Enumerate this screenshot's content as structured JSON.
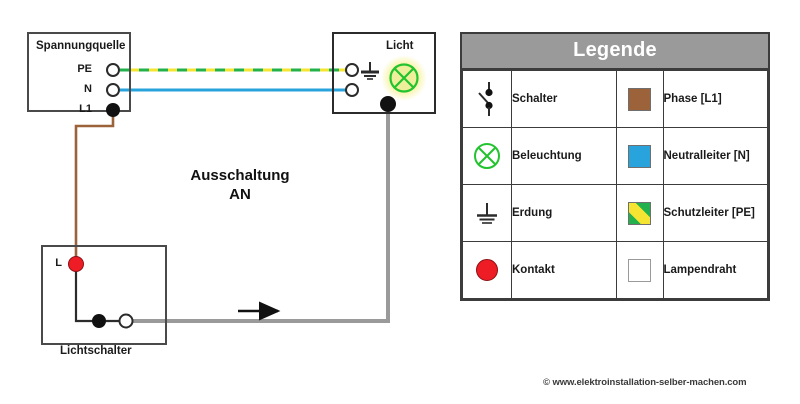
{
  "diagram": {
    "title_line1": "Ausschaltung",
    "title_line2": "AN",
    "source_box": {
      "title": "Spannungquelle",
      "terminals": [
        {
          "label": "PE",
          "type": "open"
        },
        {
          "label": "N",
          "type": "open"
        },
        {
          "label": "L1",
          "type": "filled"
        }
      ]
    },
    "light_box": {
      "title": "Licht",
      "lamp_state": "on",
      "lamp_icon": "lamp-icon",
      "ground_icon": "earth-icon",
      "terminals": [
        {
          "label": "",
          "type": "open"
        },
        {
          "label": "",
          "type": "open"
        }
      ]
    },
    "switch_box": {
      "title": "Lichtschalter",
      "contact_label": "L",
      "contact_icon": "red-contact-icon",
      "state": "closed"
    },
    "flow_arrow": "current-flow-arrow-icon"
  },
  "colors": {
    "phase_brown": "#9C6239",
    "neutral_blue": "#29A3DC",
    "pe_yellow": "#F5E532",
    "pe_green": "#22B14C",
    "lamp_wire_gray": "#9a9a9a",
    "contact_red": "#EE1C25",
    "box_stroke": "#4a4a4a",
    "legend_header_bg": "#9a9a9a",
    "lamp_green": "#22C32E",
    "lamp_glow": "#F2EE8A"
  },
  "legend": {
    "header": "Legende",
    "rows": [
      {
        "symbol_icon": "switch-icon",
        "symbol_label": "Schalter",
        "swatch_icon": "phase-swatch-icon",
        "swatch_label": "Phase [L1]"
      },
      {
        "symbol_icon": "lamp-icon",
        "symbol_label": "Beleuchtung",
        "swatch_icon": "neutral-swatch-icon",
        "swatch_label": "Neutralleiter [N]"
      },
      {
        "symbol_icon": "earth-icon",
        "symbol_label": "Erdung",
        "swatch_icon": "pe-swatch-icon",
        "swatch_label": "Schutzleiter [PE]"
      },
      {
        "symbol_icon": "contact-icon",
        "symbol_label": "Kontakt",
        "swatch_icon": "lamp-wire-swatch-icon",
        "swatch_label": "Lampendraht"
      }
    ]
  },
  "footer": {
    "credit": "© www.elektroinstallation-selber-machen.com"
  }
}
